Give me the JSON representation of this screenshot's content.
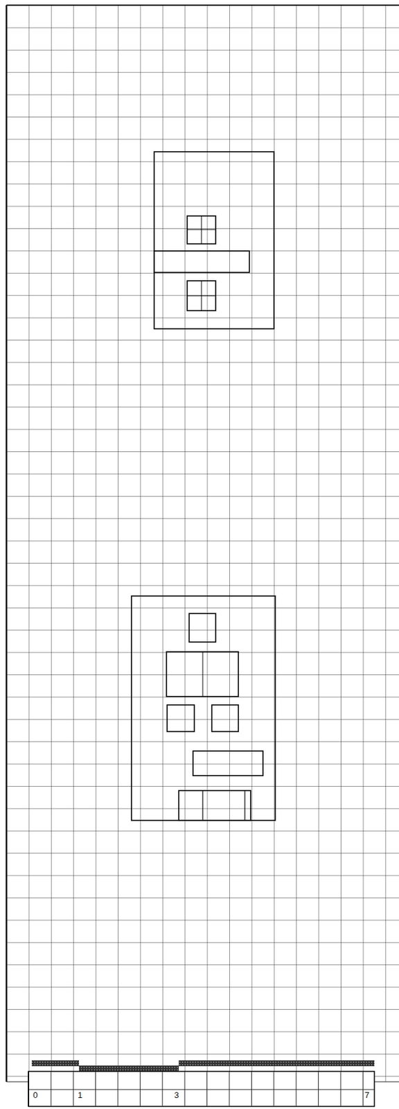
{
  "diagram": {
    "labels": [
      "0",
      "1",
      "3",
      "7"
    ]
  }
}
